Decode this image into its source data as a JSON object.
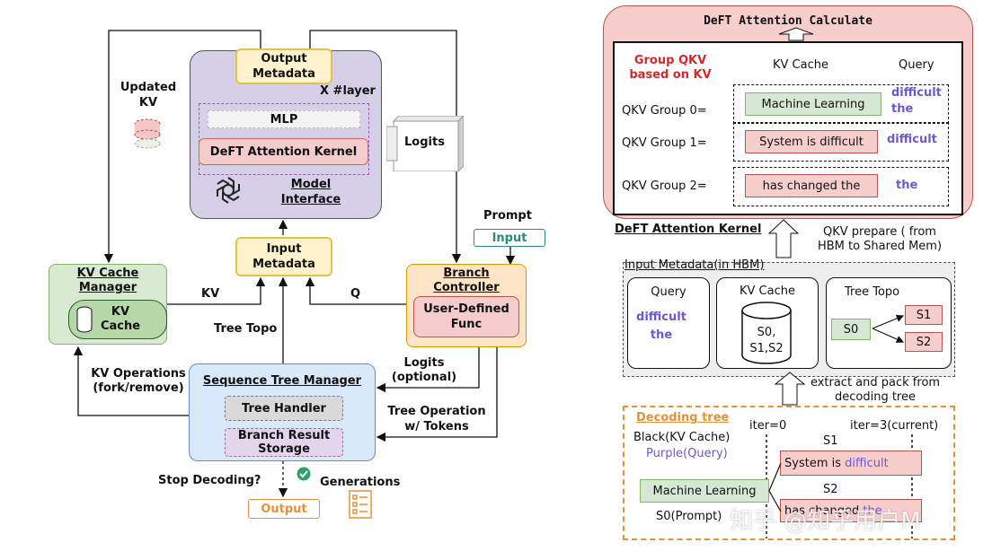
{
  "left": {
    "updated_kv": "Updated\nKV",
    "output_metadata": "Output\nMetadata",
    "layers": "X #layer",
    "mlp": "MLP",
    "deft_kernel": "DeFT Attention Kernel",
    "model_interface": "Model\nInterface",
    "logits": "Logits",
    "prompt": "Prompt",
    "input_tag": "Input",
    "input_metadata": "Input\nMetadata",
    "kv_cache_manager": "KV Cache\nManager",
    "kv_cache": "KV\nCache",
    "kv_edge": "KV",
    "q_edge": "Q",
    "branch_controller": "Branch\nController",
    "user_defined_func": "User-Defined\nFunc",
    "tree_topo": "Tree Topo",
    "logits_optional": "Logits\n(optional)",
    "kv_operations": "KV Operations\n(fork/remove)",
    "seq_tree_manager": "Sequence Tree Manager",
    "tree_handler": "Tree Handler",
    "branch_result_storage": "Branch Result\nStorage",
    "tree_operation": "Tree Operation\nw/ Tokens",
    "stop_decoding": "Stop Decoding?",
    "generations": "Generations",
    "output": "Output"
  },
  "right": {
    "calc_title": "DeFT Attention Calculate",
    "group_header": "Group QKV\nbased on KV",
    "kv_cache_header": "KV Cache",
    "query_header": "Query",
    "groups": [
      {
        "label": "QKV Group 0=",
        "kv": "Machine Learning",
        "query": "difficult\nthe"
      },
      {
        "label": "QKV Group 1=",
        "kv": "System is difficult",
        "query": "difficult"
      },
      {
        "label": "QKV Group 2=",
        "kv": "has changed the",
        "query": "the"
      }
    ],
    "kernel_label": "DeFT Attention Kernel",
    "qkv_prepare": "QKV prepare ( from\nHBM to Shared Mem)",
    "input_metadata_hbm": "Input Metadata(in HBM)",
    "query_box_title": "Query",
    "query_box_text": "difficult\nthe",
    "kv_box_title": "KV Cache",
    "kv_box_text": "S0,\nS1,S2",
    "topo_title": "Tree Topo",
    "topo_s0": "S0",
    "topo_s1": "S1",
    "topo_s2": "S2",
    "extract": "extract and pack from\ndecoding tree",
    "decoding_tree": "Decoding tree",
    "iter0": "iter=0",
    "iter3": "iter=3(current)",
    "legend_black": "Black(KV Cache)",
    "legend_purple": "Purple(Query)",
    "s1_label": "S1",
    "s1_black": "System is ",
    "s1_purple": "difficult",
    "machine_learning": "Machine Learning",
    "s2_label": "S2",
    "s2_black": "has changed ",
    "s2_purple": "the",
    "s0_prompt": "S0(Prompt)"
  },
  "watermark": "知乎 @知乎用户M",
  "colors": {
    "purple_text": "#6a5acd",
    "red_text": "#d62828",
    "orange": "#e69138",
    "green": "#2e9e6a"
  }
}
